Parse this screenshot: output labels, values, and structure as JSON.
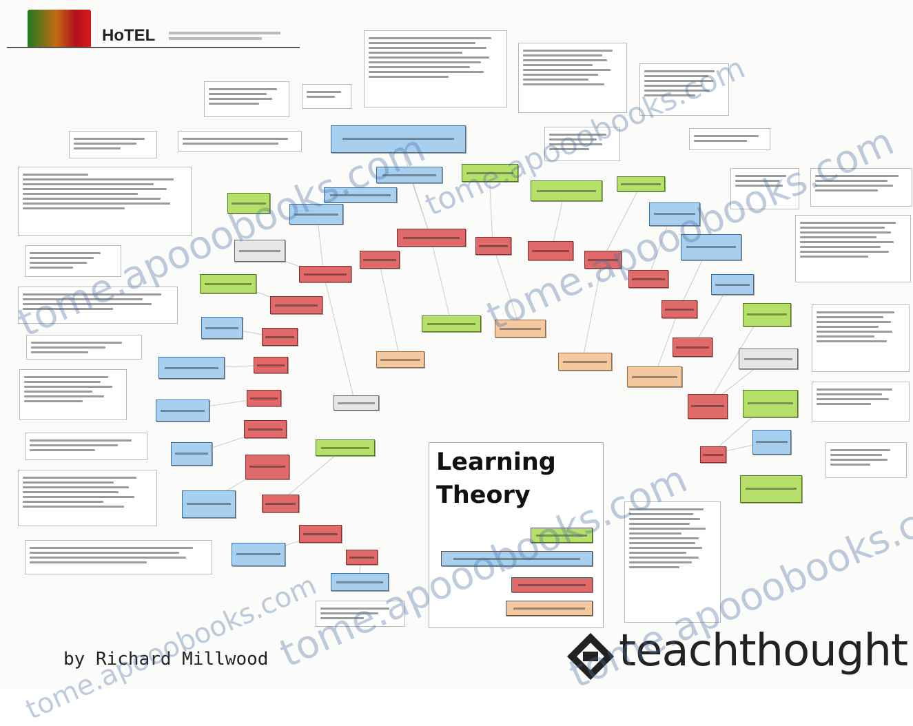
{
  "header": {
    "logo_text": "HoTEL"
  },
  "legend": {
    "title_line1": "Learning",
    "title_line2": "Theory",
    "colors": {
      "green": "#b6e06a",
      "blue": "#a9cfee",
      "red": "#e06a6a",
      "orange": "#f5c9a0"
    }
  },
  "footer": {
    "author": "by Richard Millwood",
    "brand": "teachthought"
  },
  "watermarks": [
    "tome.apooobooks.com",
    "tome.apooobooks.com",
    "tome.apooobooks.com",
    "tome.apooobooks.com",
    "tome.apooobooks.com",
    "tome.apooobooks.com"
  ]
}
